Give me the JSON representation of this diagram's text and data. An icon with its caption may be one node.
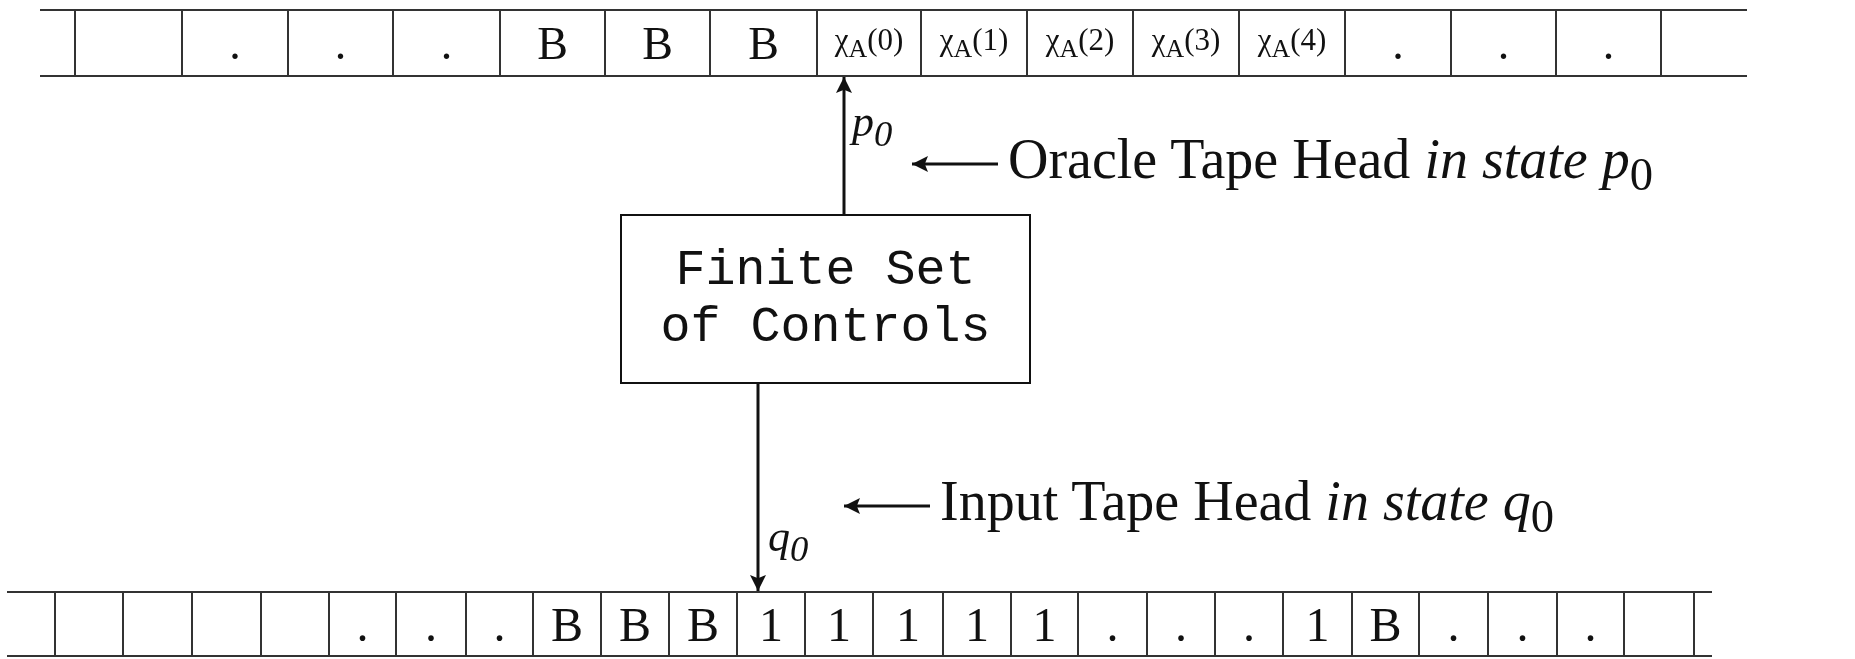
{
  "diagram": {
    "nodes": [
      {
        "text": [
          ".",
          ".",
          ".",
          "B",
          "B",
          "B",
          "χ$_{A}$(0)",
          "χ$_{A}$(1)",
          "χ$_{A}$(2)",
          "χ$_{A}$(3)",
          "χ$_{A}$(4)",
          ".",
          ".",
          "."
        ]
      },
      {
        "text": [
          "Oracle Tape Head *in state p*$_{0}$"
        ]
      },
      {
        "text": [
          "Finite Set of Controls"
        ]
      },
      {
        "text": [
          "Input Tape Head *in state q*$_{0}$"
        ]
      },
      {
        "text": [
          ".",
          ".",
          ".",
          "B",
          "B",
          "B",
          "1",
          "1",
          "1",
          "1",
          "1",
          ".",
          ".",
          ".",
          "1",
          "B",
          ".",
          ".",
          "."
        ]
      }
    ],
    "edges": [
      {
        "from": 2,
        "to": 0,
        "arrow": "to",
        "label": "p$_{0}$"
      },
      {
        "from": 1,
        "to": null,
        "arrow": "to"
      },
      {
        "from": 2,
        "to": 4,
        "arrow": "to",
        "label": "q$_{0}$"
      },
      {
        "from": 3,
        "to": null,
        "arrow": "to"
      }
    ]
  }
}
